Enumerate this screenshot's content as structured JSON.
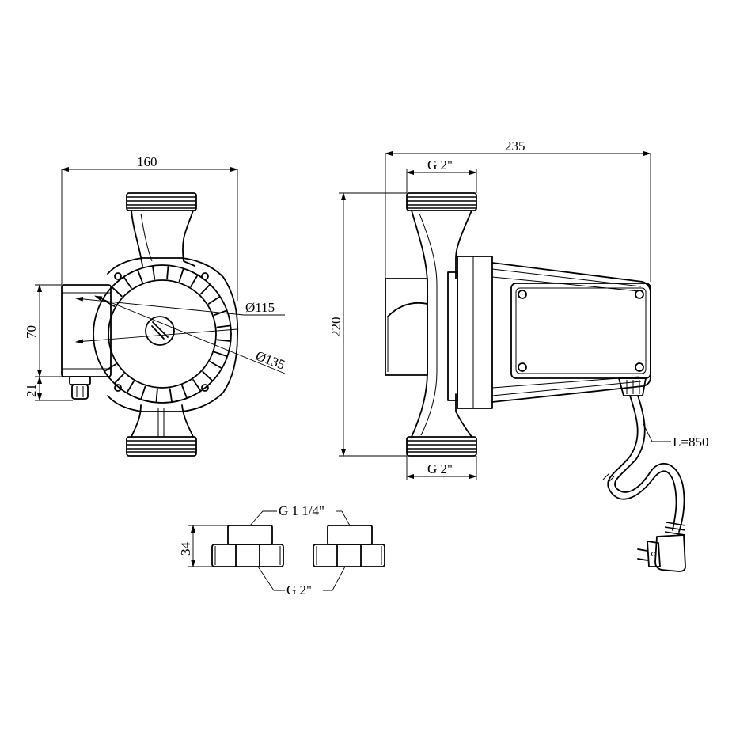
{
  "front_view": {
    "width_label": "160",
    "box_height_label": "70",
    "gland_label": "21",
    "inner_diameter_label": "Ø115",
    "outer_diameter_label": "Ø135"
  },
  "side_view": {
    "length_label": "235",
    "height_label": "220",
    "top_thread_label": "G 2\"",
    "bottom_thread_label": "G 2\"",
    "cable_label": "L=850"
  },
  "unions": {
    "height_label": "34",
    "small_thread_label": "G 1 1/4\"",
    "large_thread_label": "G 2\""
  },
  "colors": {
    "line": "#000000",
    "background": "#ffffff"
  }
}
